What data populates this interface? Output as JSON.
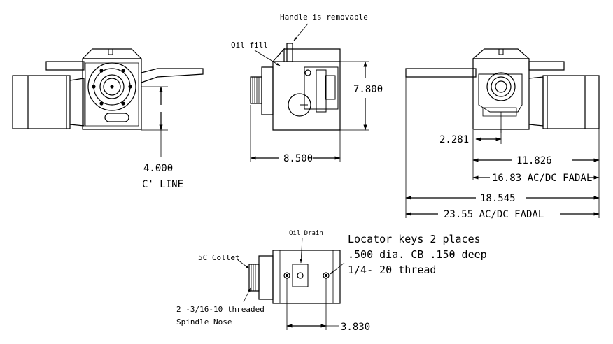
{
  "labels": {
    "handle_removable": "Handle is removable",
    "oil_fill": "Oil fill",
    "oil_drain": "Oil Drain",
    "collet": "5C Collet",
    "spindle_nose_1": "2 -3/16-10 threaded",
    "spindle_nose_2": "Spindle Nose",
    "locator_1": "Locator keys 2 places",
    "locator_2": ".500 dia. CB .150 deep",
    "locator_3": "1/4- 20 thread",
    "centerline": "C' LINE"
  },
  "dimensions": {
    "center_height": "4.000",
    "height": "7.800",
    "width": "8.500",
    "offset": "2.281",
    "length_a": "11.826",
    "length_a_fadal": "16.83  AC/DC FADAL",
    "length_b": "18.545",
    "length_b_fadal": "23.55  AC/DC  FADAL",
    "key_spacing": "3.830"
  },
  "colors": {
    "line": "#000000",
    "background": "#ffffff"
  }
}
